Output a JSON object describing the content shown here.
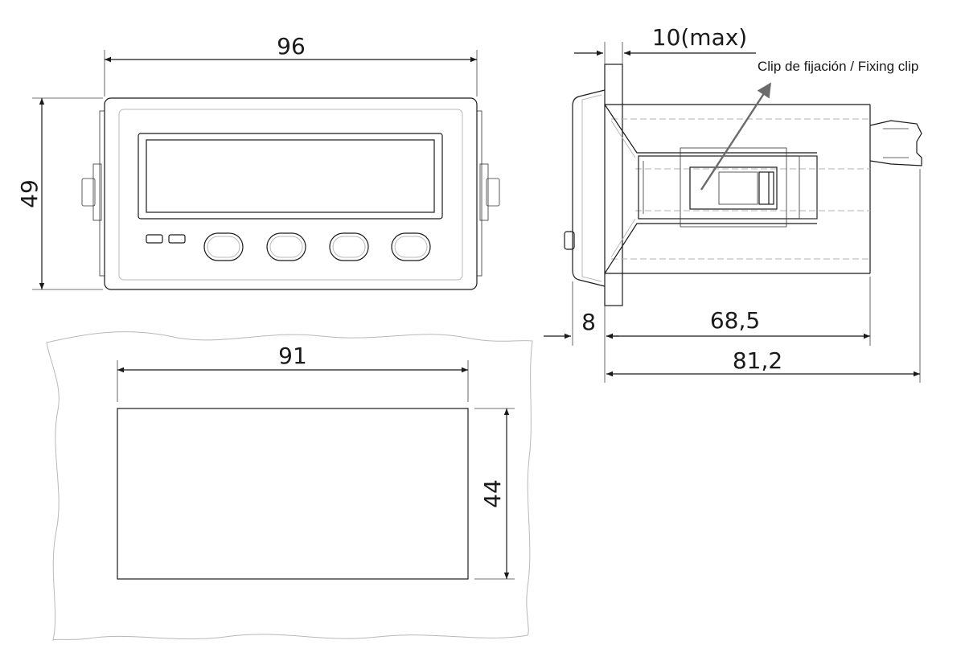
{
  "front_view": {
    "width_label": "96",
    "height_label": "49"
  },
  "cutout": {
    "width_label": "91",
    "height_label": "44"
  },
  "side_view": {
    "clip_label": "Clip de fijación / Fixing clip",
    "max_thickness_label": "10(max)",
    "bezel_depth_label": "8",
    "body_depth_label": "68,5",
    "total_depth_label": "81,2"
  },
  "colors": {
    "line": "#1a1a1a",
    "arrow": "#6b6b6b",
    "hidden": "#b0b0b0"
  }
}
